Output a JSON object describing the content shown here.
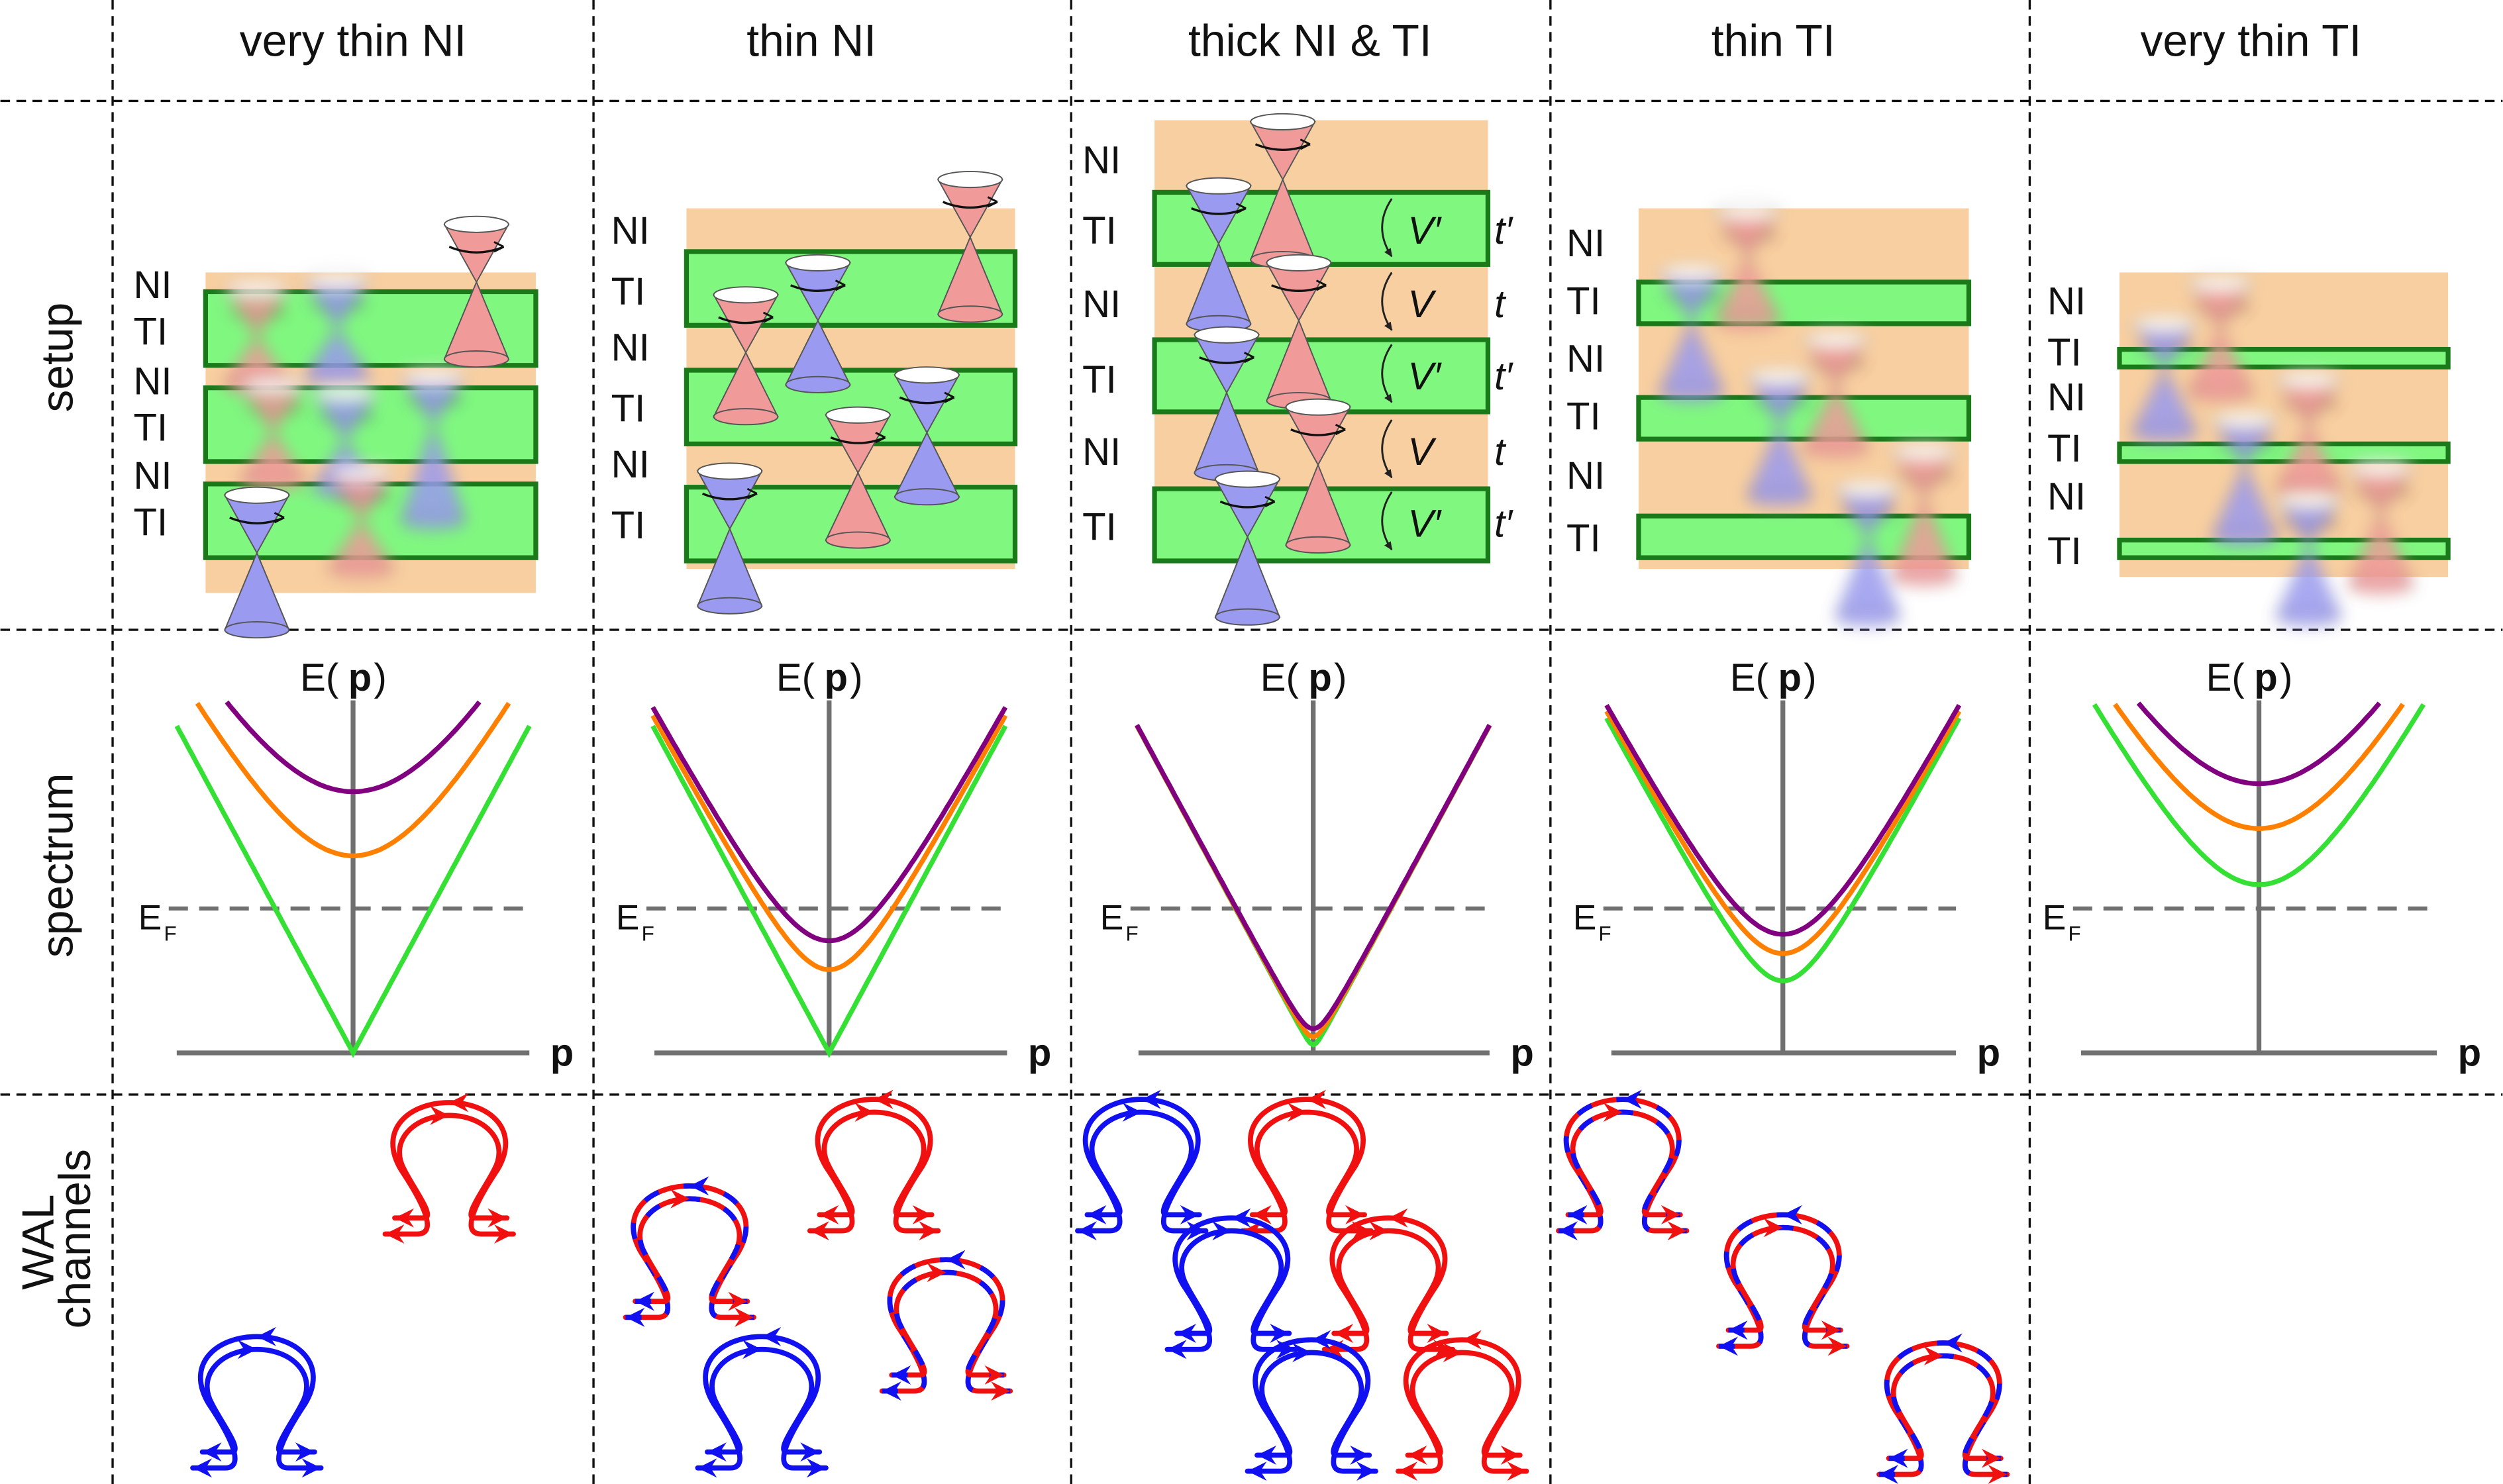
{
  "columns": [
    {
      "title": "very thin NI"
    },
    {
      "title": "thin NI"
    },
    {
      "title": "thick NI & TI"
    },
    {
      "title": "thin TI"
    },
    {
      "title": "very thin TI"
    }
  ],
  "rows": {
    "setup": "setup",
    "spectrum": "spectrum",
    "wal_line1": "WAL",
    "wal_line2": "channels"
  },
  "layer_labels": {
    "ni": "NI",
    "ti": "TI"
  },
  "setup_annotations": {
    "v_prime": "V′",
    "v": "V",
    "t_prime": "t′",
    "t": "t"
  },
  "spectrum_labels": {
    "energy_prefix": "E(",
    "energy_symbol": "p",
    "energy_suffix": ")",
    "fermi_main": "E",
    "fermi_sub": "F",
    "momentum": "p"
  },
  "colors": {
    "ni_layer": "#f8cfa0",
    "ti_layer": "#80f880",
    "ti_border": "#1a7a1a",
    "band_purple": "#800080",
    "band_orange": "#ff8000",
    "band_green": "#33e033",
    "axis": "#707070",
    "channel_blue": "#1010f0",
    "channel_red": "#f01010",
    "cone_blue": "#9a9af0",
    "cone_red": "#f09a9a"
  },
  "chart_data": [
    {
      "type": "line",
      "panel": "very thin NI",
      "shape": "bands",
      "band_gaps": [
        0.0,
        1.23,
        1.63
      ],
      "fermi_level": 0.85,
      "series": [
        {
          "color": "green"
        },
        {
          "color": "orange"
        },
        {
          "color": "purple"
        }
      ]
    },
    {
      "type": "line",
      "panel": "thin NI",
      "shape": "bands",
      "band_gaps": [
        0.0,
        0.52,
        0.7
      ],
      "fermi_level": 0.85,
      "series": [
        {
          "color": "green"
        },
        {
          "color": "orange"
        },
        {
          "color": "purple"
        }
      ]
    },
    {
      "type": "line",
      "panel": "thick NI & TI",
      "shape": "bands",
      "band_gaps": [
        0.05,
        0.1,
        0.15
      ],
      "fermi_level": 0.85,
      "series": [
        {
          "color": "green"
        },
        {
          "color": "orange"
        },
        {
          "color": "purple"
        }
      ]
    },
    {
      "type": "line",
      "panel": "thin TI",
      "shape": "bands",
      "band_gaps": [
        0.45,
        0.62,
        0.74
      ],
      "fermi_level": 0.85,
      "series": [
        {
          "color": "green"
        },
        {
          "color": "orange"
        },
        {
          "color": "purple"
        }
      ]
    },
    {
      "type": "line",
      "panel": "very thin TI",
      "shape": "bands",
      "band_gaps": [
        1.05,
        1.4,
        1.68
      ],
      "fermi_level": 0.85,
      "series": [
        {
          "color": "green"
        },
        {
          "color": "orange"
        },
        {
          "color": "purple"
        }
      ]
    }
  ]
}
